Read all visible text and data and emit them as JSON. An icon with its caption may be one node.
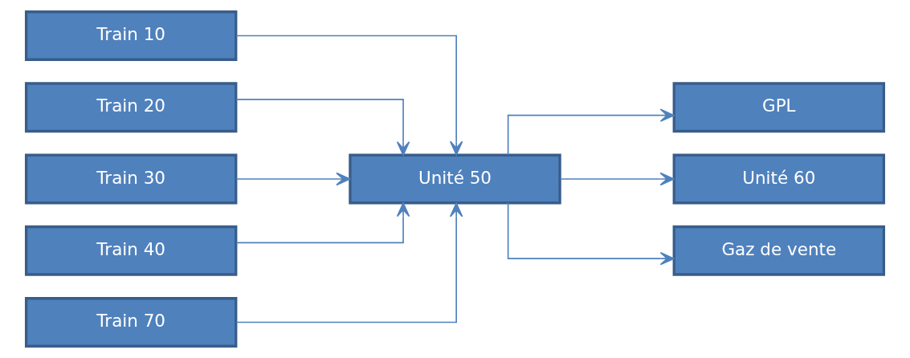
{
  "diagram": {
    "nodes": [
      {
        "text": [
          "Train 10"
        ]
      },
      {
        "text": [
          "Train 20"
        ]
      },
      {
        "text": [
          "Train 30"
        ]
      },
      {
        "text": [
          "Train 40"
        ]
      },
      {
        "text": [
          "Train 70"
        ]
      },
      {
        "text": [
          "Unité 50"
        ]
      },
      {
        "text": [
          "GPL"
        ]
      },
      {
        "text": [
          "Unité 60"
        ]
      },
      {
        "text": [
          "Gaz de vente"
        ]
      }
    ],
    "edges": [
      {
        "from": 0,
        "to": 5,
        "arrow": "to"
      },
      {
        "from": 1,
        "to": 5,
        "arrow": "to"
      },
      {
        "from": 2,
        "to": 5,
        "arrow": "to"
      },
      {
        "from": 3,
        "to": 5,
        "arrow": "to"
      },
      {
        "from": 4,
        "to": 5,
        "arrow": "to"
      },
      {
        "from": 5,
        "to": 6,
        "arrow": "to"
      },
      {
        "from": 5,
        "to": 7,
        "arrow": "to"
      },
      {
        "from": 5,
        "to": 8,
        "arrow": "to"
      }
    ]
  }
}
